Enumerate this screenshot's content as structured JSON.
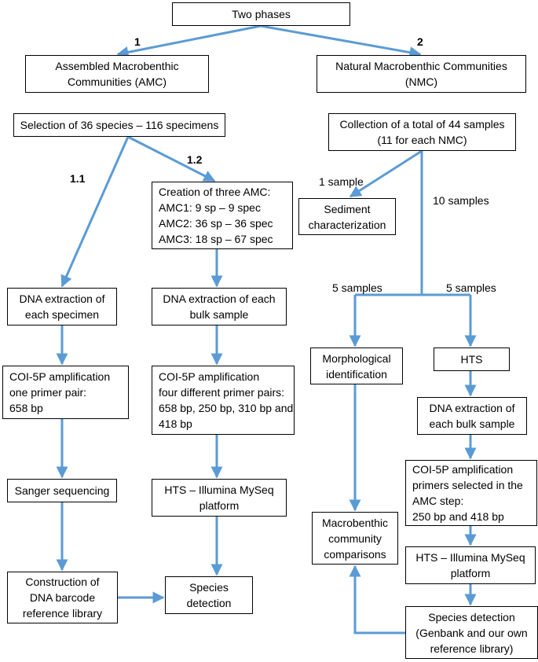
{
  "arrow_color": "#5b9bd5",
  "boxes": {
    "two_phases": [
      "Two phases"
    ],
    "amc": [
      "Assembled Macrobenthic",
      "Communities (AMC)"
    ],
    "nmc": [
      "Natural Macrobenthic Communities",
      "(NMC)"
    ],
    "selection": [
      "Selection of 36 species – 116 specimens"
    ],
    "creation": [
      "Creation of three AMC:",
      "AMC1: 9 sp – 9 spec",
      "AMC2: 36 sp – 36 spec",
      "AMC3: 18 sp – 67 spec"
    ],
    "dna_specimen": [
      "DNA extraction of",
      "each specimen"
    ],
    "dna_bulk_amc": [
      "DNA extraction of each",
      "bulk sample"
    ],
    "coi_one": [
      "COI-5P amplification",
      "one primer pair:",
      "658 bp"
    ],
    "coi_four": [
      "COI-5P amplification",
      "four different primer pairs:",
      "658 bp, 250 bp, 310 bp  and",
      "418 bp"
    ],
    "sanger": [
      "Sanger sequencing"
    ],
    "hts_amc": [
      "HTS – Illumina MySeq",
      "platform"
    ],
    "library": [
      "Construction of",
      "DNA barcode",
      "reference library"
    ],
    "species_amc": [
      "Species",
      "detection"
    ],
    "collection": [
      "Collection of a total of 44 samples",
      "(11 for each NMC)"
    ],
    "sediment": [
      "Sediment",
      "characterization"
    ],
    "morpho": [
      "Morphological",
      "identification"
    ],
    "hts_label": [
      "HTS"
    ],
    "dna_bulk_nmc": [
      "DNA extraction of",
      "each bulk sample"
    ],
    "coi_nmc": [
      "COI-5P amplification",
      "primers selected in the",
      "AMC step:",
      "250 bp and 418 bp"
    ],
    "comparisons": [
      "Macrobenthic",
      "community",
      "comparisons"
    ],
    "hts_nmc": [
      "HTS – Illumina MySeq",
      "platform"
    ],
    "species_nmc": [
      "Species detection",
      "(Genbank and our own",
      "reference library)"
    ]
  },
  "labels": {
    "phase1": "1",
    "phase2": "2",
    "step11": "1.1",
    "step12": "1.2",
    "one_sample": "1 sample",
    "ten_samples": "10 samples",
    "five_left": "5 samples",
    "five_right": "5 samples"
  }
}
